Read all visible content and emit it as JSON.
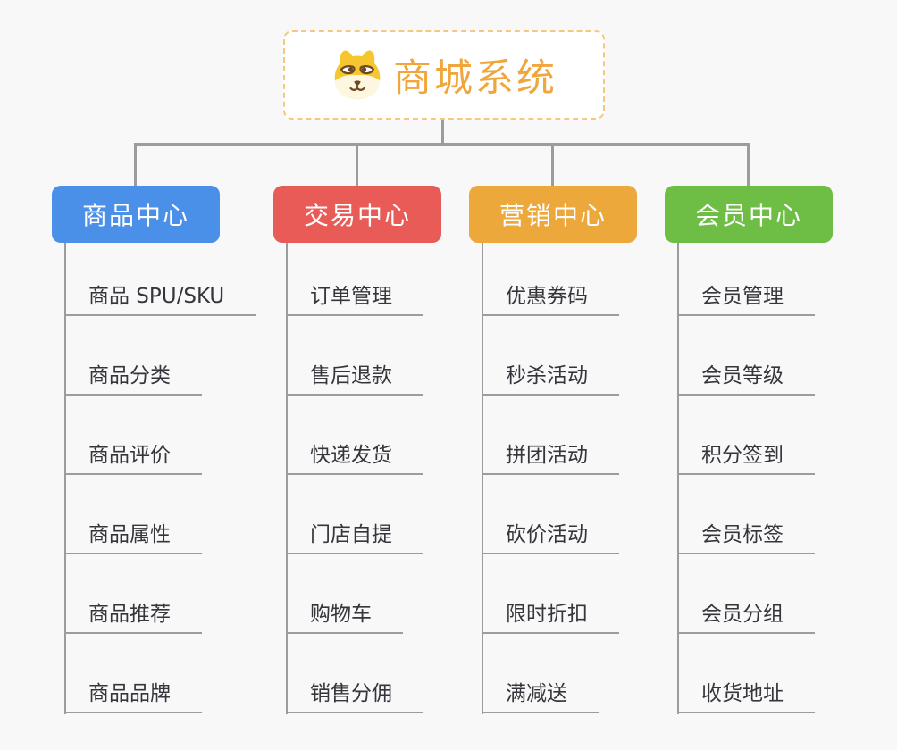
{
  "root": {
    "title": "商城系统",
    "title_color": "#F0A63D",
    "border_color": "#F5C87F",
    "icon": "shiba-dog-icon"
  },
  "connector_color": "#9C9C9C",
  "background_color": "#F8F8F8",
  "branches": [
    {
      "label": "商品中心",
      "color": "#4A8FE8",
      "items": [
        "商品 SPU/SKU",
        "商品分类",
        "商品评价",
        "商品属性",
        "商品推荐",
        "商品品牌"
      ]
    },
    {
      "label": "交易中心",
      "color": "#E85B57",
      "items": [
        "订单管理",
        "售后退款",
        "快递发货",
        "门店自提",
        "购物车",
        "销售分佣"
      ]
    },
    {
      "label": "营销中心",
      "color": "#EDA83C",
      "items": [
        "优惠券码",
        "秒杀活动",
        "拼团活动",
        "砍价活动",
        "限时折扣",
        "满减送"
      ]
    },
    {
      "label": "会员中心",
      "color": "#6EBE45",
      "items": [
        "会员管理",
        "会员等级",
        "积分签到",
        "会员标签",
        "会员分组",
        "收货地址"
      ]
    }
  ]
}
